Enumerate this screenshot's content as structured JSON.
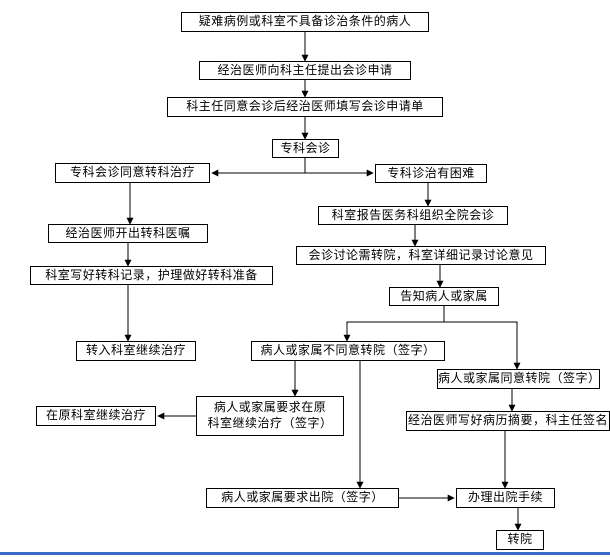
{
  "diagram_type": "flowchart",
  "language": "zh-CN",
  "colors": {
    "background": "#ffffff",
    "box_border": "#000000",
    "text": "#000000",
    "connector": "#000000",
    "bottom_bar": "#3b6cc7"
  },
  "nodes": {
    "patient": {
      "label": "疑难病例或科室不具备诊治条件的病人"
    },
    "request": {
      "label": "经治医师向科主任提出会诊申请"
    },
    "form": {
      "label": "科主任同意会诊后经治医师填写会诊申请单"
    },
    "specialist": {
      "label": "专科会诊"
    },
    "agree_transfer": {
      "label": "专科会诊同意转科治疗"
    },
    "difficulty": {
      "label": "专科诊治有困难"
    },
    "order": {
      "label": "经治医师开出转科医嘱"
    },
    "report": {
      "label": "科室报告医务科组织全院会诊"
    },
    "record": {
      "label": "科室写好转科记录，护理做好转科准备"
    },
    "discuss": {
      "label": "会诊讨论需转院，科室详细记录讨论意见"
    },
    "inform": {
      "label": "告知病人或家属"
    },
    "continue_dept": {
      "label": "转入科室继续治疗"
    },
    "disagree": {
      "label": "病人或家属不同意转院（签字）"
    },
    "agree": {
      "label": "病人或家属同意转院（签字）"
    },
    "request_stay": {
      "label": "病人或家属要求在原\n科室继续治疗（签字）"
    },
    "stay": {
      "label": "在原科室继续治疗"
    },
    "summary": {
      "label": "经治医师写好病历摘要，科主任签名"
    },
    "request_discharge": {
      "label": "病人或家属要求出院（签字）"
    },
    "procedures": {
      "label": "办理出院手续"
    },
    "transfer_hospital": {
      "label": "转院"
    }
  },
  "edges": [
    {
      "from": "patient",
      "to": "request"
    },
    {
      "from": "request",
      "to": "form"
    },
    {
      "from": "form",
      "to": "specialist"
    },
    {
      "from": "specialist",
      "to": "agree_transfer"
    },
    {
      "from": "specialist",
      "to": "difficulty"
    },
    {
      "from": "agree_transfer",
      "to": "order"
    },
    {
      "from": "order",
      "to": "record"
    },
    {
      "from": "record",
      "to": "continue_dept"
    },
    {
      "from": "difficulty",
      "to": "report"
    },
    {
      "from": "report",
      "to": "discuss"
    },
    {
      "from": "discuss",
      "to": "inform"
    },
    {
      "from": "inform",
      "to": "disagree"
    },
    {
      "from": "inform",
      "to": "agree"
    },
    {
      "from": "disagree",
      "to": "request_stay"
    },
    {
      "from": "disagree",
      "to": "request_discharge"
    },
    {
      "from": "request_stay",
      "to": "stay"
    },
    {
      "from": "agree",
      "to": "summary"
    },
    {
      "from": "summary",
      "to": "procedures"
    },
    {
      "from": "request_discharge",
      "to": "procedures"
    },
    {
      "from": "procedures",
      "to": "transfer_hospital"
    }
  ]
}
